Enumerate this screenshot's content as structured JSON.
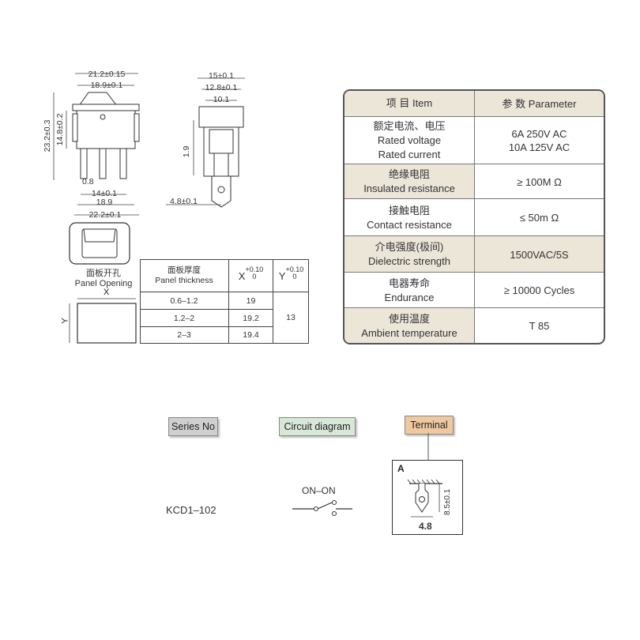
{
  "dims": {
    "width_outer": "21.2±0.15",
    "width_inner": "18.9±0.1",
    "height_total": "23.2±0.3",
    "height_body": "14.8±0.2",
    "pin_width": "0.8",
    "pin_pitch": "14±0.1",
    "base_inner": "18.9",
    "base_outer": "22.2±0.1",
    "side_top": "15±0.1",
    "side_mid": "12.8±0.1",
    "side_inner": "10.1",
    "side_gap": "1.9",
    "terminal_width": "4.8±0.1"
  },
  "panel_opening": {
    "label_cn": "面板开孔",
    "label_en": "Panel Opening",
    "x_label": "X",
    "y_label": "Y"
  },
  "panel_table": {
    "header_cn": "面板厚度",
    "header_en": "Panel thickness",
    "x_header": "X",
    "x_tol_upper": "+0.10",
    "x_tol_lower": "0",
    "y_header": "Y",
    "y_tol_upper": "+0.10",
    "y_tol_lower": "0",
    "rows": [
      {
        "thickness": "0.6–1.2",
        "x": "19"
      },
      {
        "thickness": "1.2–2",
        "x": "19.2"
      },
      {
        "thickness": "2–3",
        "x": "19.4"
      }
    ],
    "y_value": "13"
  },
  "spec_table": {
    "header": {
      "item": "项 目   Item",
      "param": "参 数   Parameter"
    },
    "rows": [
      {
        "item": [
          "额定电流、电压",
          "Rated voltage",
          "Rated current"
        ],
        "value": [
          "6A  250V AC",
          "10A 125V AC"
        ],
        "shaded": false
      },
      {
        "item": [
          "绝缘电阻",
          "Insulated resistance"
        ],
        "value": [
          "≥ 100M Ω"
        ],
        "shaded": true
      },
      {
        "item": [
          "接触电阻",
          "Contact resistance"
        ],
        "value": [
          "≤ 50m Ω"
        ],
        "shaded": false
      },
      {
        "item": [
          "介电强度(极间)",
          "Dielectric strength"
        ],
        "value": [
          "1500VAC/5S"
        ],
        "shaded": true
      },
      {
        "item": [
          "电器寿命",
          "Endurance"
        ],
        "value": [
          "≥ 10000 Cycles"
        ],
        "shaded": false
      },
      {
        "item": [
          "使用温度",
          "Ambient temperature"
        ],
        "value": [
          "T 85"
        ],
        "shaded": false
      }
    ]
  },
  "labels": {
    "series": "Series No",
    "circuit": "Circuit diagram",
    "terminal": "Terminal",
    "series_value": "KCD1–102",
    "circuit_value": "ON–ON",
    "terminal_type": "A",
    "terminal_height": "8.5±0.1",
    "terminal_width": "4.8"
  },
  "colors": {
    "series_tag": "#cfcfcf",
    "circuit_tag": "#d7e8d7",
    "terminal_tag": "#f0c8a0",
    "shade": "#ece6d9"
  }
}
